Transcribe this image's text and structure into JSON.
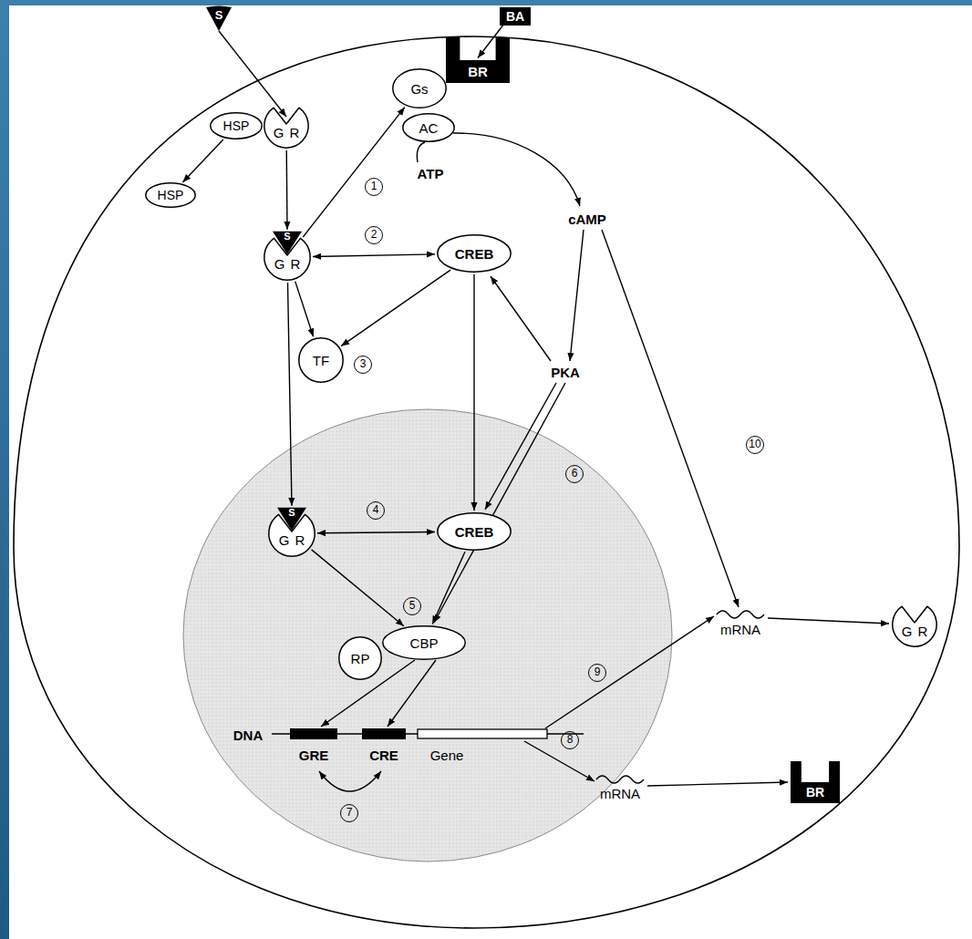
{
  "diagram": {
    "nodes": [
      {
        "text": [
          "S"
        ]
      },
      {
        "text": [
          "BA"
        ]
      },
      {
        "text": [
          "Gs"
        ]
      },
      {
        "text": [
          "BR"
        ]
      },
      {
        "text": [
          "AC"
        ]
      },
      {
        "text": [
          "HSP"
        ]
      },
      {
        "text": [
          "GR"
        ]
      },
      {
        "text": [
          "HSP"
        ]
      },
      {
        "text": [
          "S",
          "GR"
        ]
      },
      {
        "text": [
          "CREB"
        ]
      },
      {
        "text": [
          "TF"
        ]
      },
      {
        "text": [
          "S",
          "GR"
        ]
      },
      {
        "text": [
          "CREB"
        ]
      },
      {
        "text": [
          "CBP"
        ]
      },
      {
        "text": [
          "RP"
        ]
      },
      {
        "text": [
          "GR"
        ]
      },
      {
        "text": [
          "BR"
        ]
      }
    ],
    "edges": [
      {
        "from": 0,
        "to": 6,
        "arrow": "to"
      },
      {
        "from": 1,
        "to": 3,
        "arrow": "to"
      },
      {
        "from": 5,
        "to": 7,
        "arrow": "to"
      },
      {
        "from": 6,
        "to": 8,
        "arrow": "to"
      },
      {
        "from": 8,
        "to": 2,
        "arrow": "to"
      },
      {
        "from": 8,
        "to": 9,
        "arrow": "both"
      },
      {
        "from": 8,
        "to": 10,
        "arrow": "to"
      },
      {
        "from": 9,
        "to": 10,
        "arrow": "to"
      },
      {
        "from": 8,
        "to": 11,
        "arrow": "to"
      },
      {
        "from": 9,
        "to": 12,
        "arrow": "to"
      },
      {
        "from": 11,
        "to": 12,
        "arrow": "both"
      },
      {
        "from": 11,
        "to": 13,
        "arrow": "to"
      },
      {
        "from": 12,
        "to": 13,
        "arrow": "to"
      }
    ],
    "labels": [
      "1",
      "2",
      "ATP",
      "cAMP",
      "3",
      "PKA",
      "10",
      "6",
      "4",
      "5",
      "mRNA",
      "9",
      "DNA",
      "GRE",
      "CRE",
      "Gene",
      "8",
      "mRNA",
      "7"
    ]
  }
}
